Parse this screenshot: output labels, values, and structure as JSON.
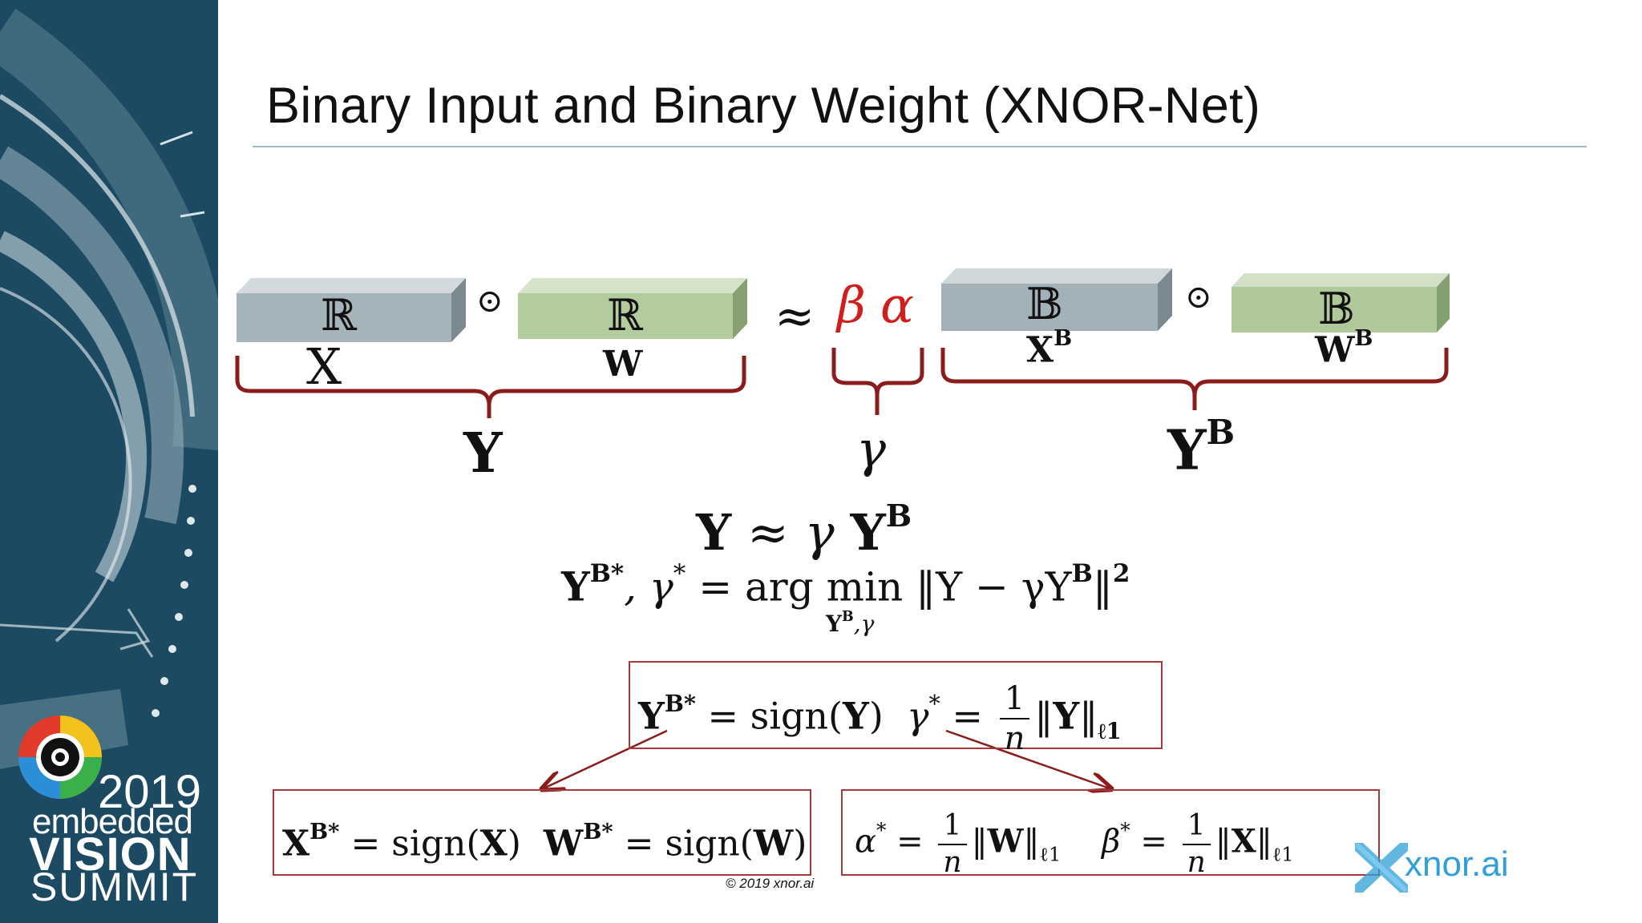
{
  "slide": {
    "title": "Binary Input and Binary Weight (XNOR-Net)",
    "copyright": "© 2019 xnor.ai"
  },
  "branding": {
    "event_year": "2019",
    "event_line1": "embedded",
    "event_line2": "VISION",
    "event_line3": "SUMMIT",
    "company": "xnor.ai",
    "company_color": "#2e9fd8",
    "sidebar_color": "#1c4a63"
  },
  "diagram": {
    "real_symbol": "ℝ",
    "binary_symbol": "𝔹",
    "odot": "⊙",
    "approx": "≈",
    "beta": "β",
    "alpha": "α",
    "gamma": "γ",
    "x_label": "X",
    "w_label": "W",
    "y_label": "Y",
    "block_real_x_color": "#a5b4ba",
    "block_real_w_color": "#b3cc9e",
    "block_bin_x_color": "#a3b1b8",
    "block_bin_w_color": "#b0c99b",
    "brace_color": "#8b1c1c",
    "scale_color": "#d01d1d"
  },
  "equations": {
    "approx_base": "Y",
    "approx_rel": "≈",
    "approx_gamma": "γ",
    "approx_Y": "Y",
    "approx_B": "B",
    "opt_lhs_Y": "Y",
    "opt_lhs_sup": "B*",
    "opt_lhs_gamma": ", γ",
    "opt_star": "*",
    "opt_eq": " = arg min ‖Y − γY",
    "opt_B": "B",
    "opt_close": "‖",
    "opt_sq": "2",
    "opt_sub": "Y",
    "opt_sub_B": "B",
    "opt_sub_gamma": ",γ",
    "sol_Y": "Y",
    "sol_sup": "B*",
    "sol_sign": " = sign(",
    "sol_arg": "Y",
    "sol_close": ")",
    "sol_gamma": "γ",
    "sol_eq": " = ",
    "sol_num": "1",
    "sol_den": "n",
    "sol_norm_open": "‖",
    "sol_norm_arg": "Y",
    "sol_norm_close": "‖",
    "sol_norm_sub": "ℓ1",
    "bin_X": "X",
    "bin_X_sup": "B*",
    "bin_X_sign": " = sign(",
    "bin_X_arg": "X",
    "bin_X_close": ")",
    "bin_W": "W",
    "bin_W_sup": "B*",
    "bin_W_sign": " = sign(",
    "bin_W_arg": "W",
    "bin_W_close": ")",
    "sc_alpha": "α",
    "sc_beta": "β",
    "sc_star": "*",
    "sc_eq": " = ",
    "sc_num": "1",
    "sc_den": "n",
    "sc_norm_open": "‖",
    "sc_W": "W",
    "sc_X": "X",
    "sc_norm_close": "‖",
    "sc_sub": "ℓ1"
  }
}
